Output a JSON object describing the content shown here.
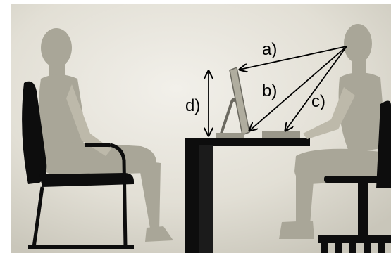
{
  "diagram": {
    "labels": {
      "a": "a)",
      "b": "b)",
      "c": "c)",
      "d": "d)"
    },
    "colors": {
      "background_light": "#eceae3",
      "background_dark": "#c9c6ba",
      "figure": "#a9a698",
      "figure_highlight": "#bdb9aa",
      "furniture": "#0d0d0d",
      "arrows": "#000000"
    },
    "icons": [
      "seated-person-icon",
      "office-chair-icon",
      "desk-icon",
      "monitor-icon",
      "keyboard-icon",
      "swivel-chair-icon"
    ]
  }
}
